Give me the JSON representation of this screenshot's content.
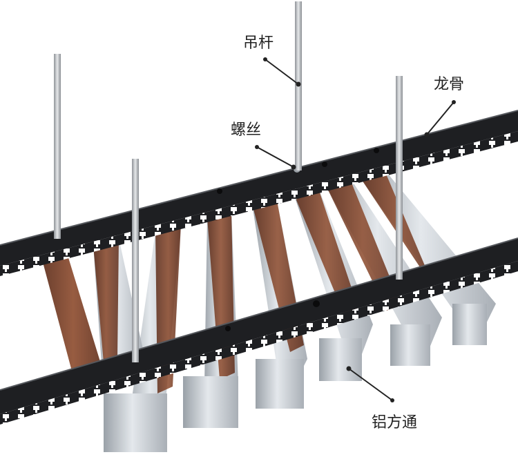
{
  "labels": {
    "hanger_rod": "吊杆",
    "keel": "龙骨",
    "screw": "螺丝",
    "aluminum_tube": "铝方通"
  },
  "colors": {
    "background": "#ffffff",
    "rail_dark": "#1e1f22",
    "aluminum": "#c9ced3",
    "woodgrain": "#7a3e26",
    "rod": "#b8bcc0",
    "leader": "#222222"
  }
}
